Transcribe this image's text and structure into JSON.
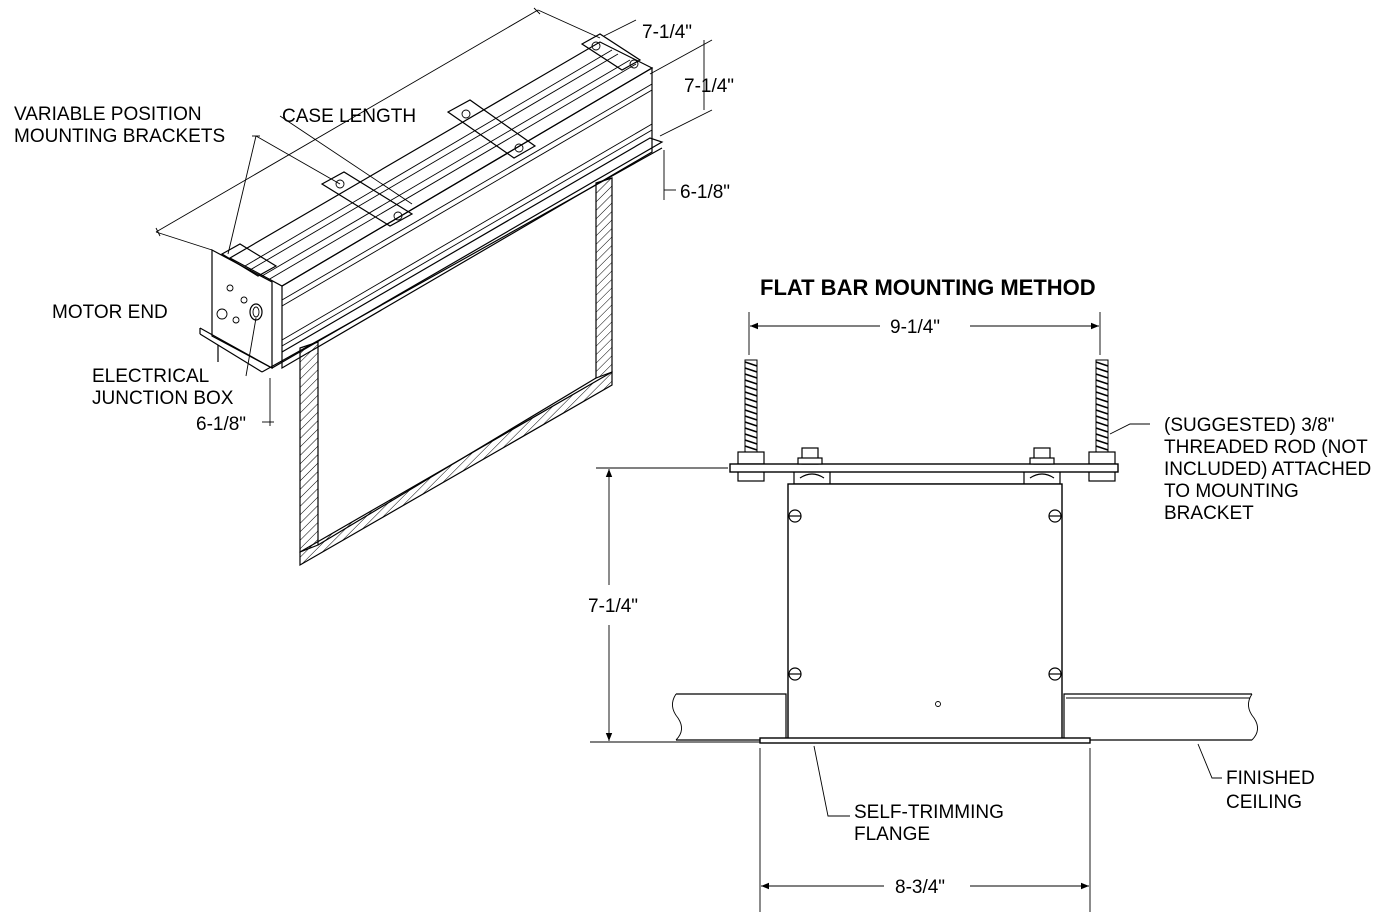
{
  "diagram": {
    "title": "FLAT BAR MOUNTING METHOD",
    "labels": {
      "variable_position_line1": "VARIABLE POSITION",
      "variable_position_line2": "MOUNTING BRACKETS",
      "case_length": "CASE LENGTH",
      "motor_end": "MOTOR END",
      "electrical_line1": "ELECTRICAL",
      "electrical_line2": "JUNCTION BOX",
      "rod_line1": "(SUGGESTED) 3/8\"",
      "rod_line2": "THREADED ROD (NOT",
      "rod_line3": "INCLUDED) ATTACHED",
      "rod_line4": "TO MOUNTING",
      "rod_line5": "BRACKET",
      "flange_line1": "SELF-TRIMMING",
      "flange_line2": "FLANGE",
      "ceiling_line1": "FINISHED",
      "ceiling_line2": "CEILING"
    },
    "dimensions": {
      "iso_top_width": "7-1/4\"",
      "iso_height": "7-1/4\"",
      "iso_flange_right": "6-1/8\"",
      "iso_flange_left": "6-1/8\"",
      "section_width": "9-1/4\"",
      "section_height": "7-1/4\"",
      "flange_width": "8-3/4\""
    }
  }
}
